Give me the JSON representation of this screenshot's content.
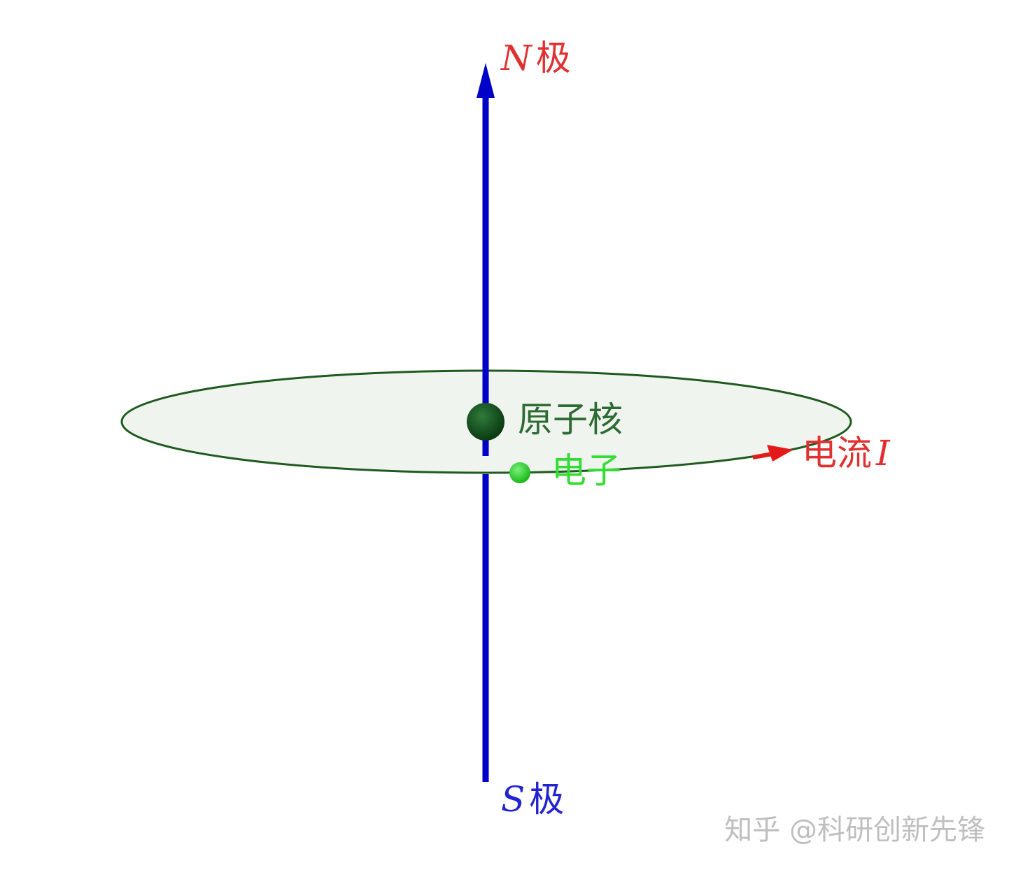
{
  "labels": {
    "north_symbol": "N",
    "north_suffix": "极",
    "south_symbol": "S",
    "south_suffix": "极",
    "nucleus": "原子核",
    "electron": "电子",
    "current_prefix": "电流",
    "current_symbol": "I"
  },
  "watermark": "知乎 @科研创新先锋",
  "colors": {
    "axis": "#0000c8",
    "orbit_stroke": "#1f5a1f",
    "orbit_fill": "#eef3ee",
    "nucleus": "#0f4a1a",
    "nucleus_label": "#2e6b32",
    "electron": "#22d422",
    "electron_label": "#33dd33",
    "current": "#e41a1a",
    "north_label": "#e03030",
    "south_label": "#2323d0",
    "watermark": "#bfbfbf"
  }
}
